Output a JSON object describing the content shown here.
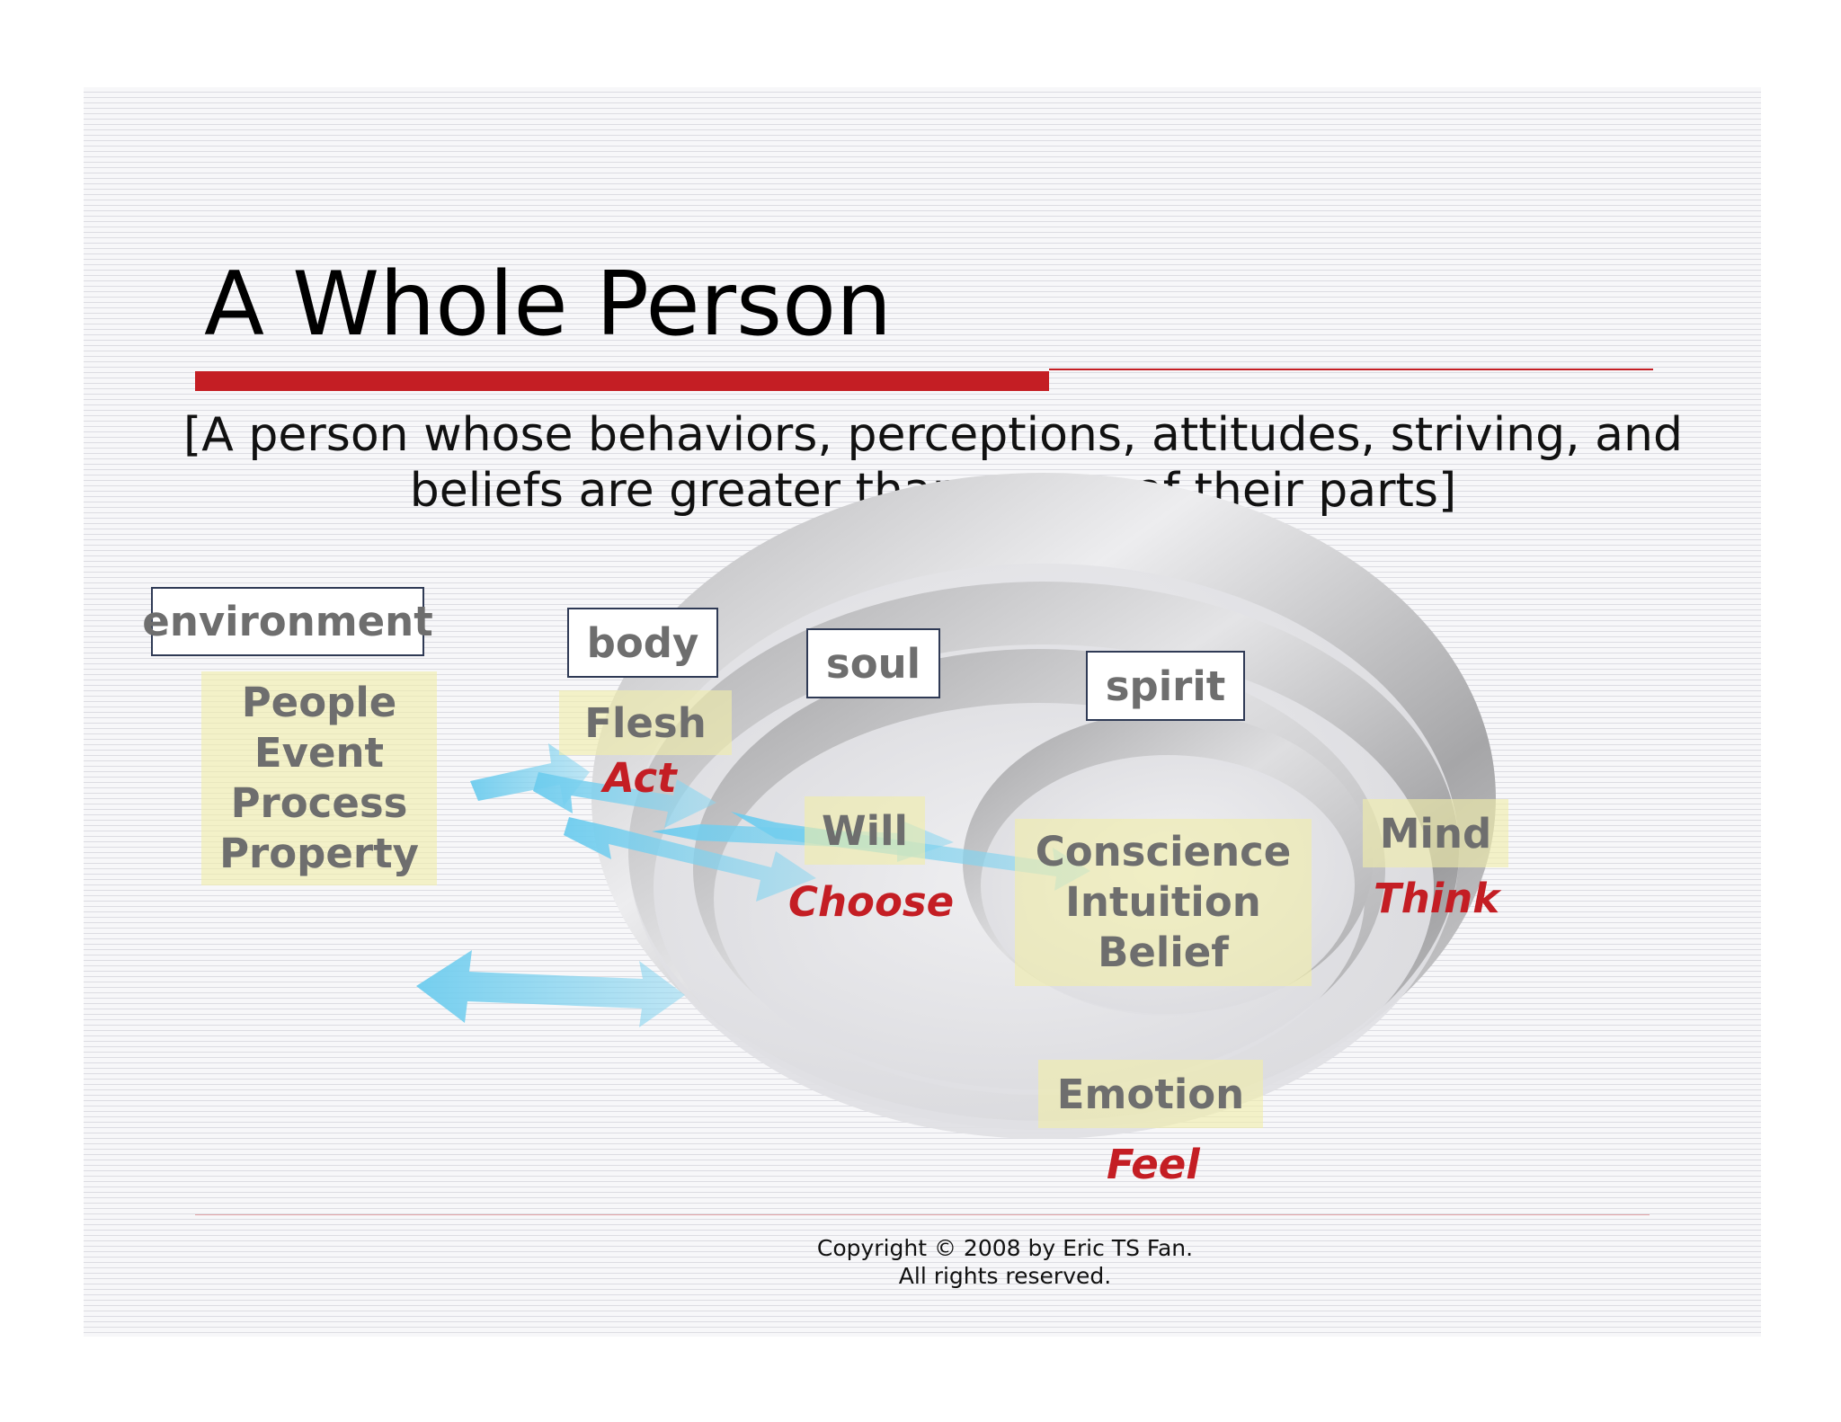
{
  "slide": {
    "title": "A Whole Person",
    "subtitle_line1": "[A person whose behaviors, perceptions, attitudes, striving, and",
    "subtitle_line2": "beliefs are greater than a sum of their parts]"
  },
  "diagram": {
    "labels": {
      "environment": "environment",
      "body": "body",
      "soul": "soul",
      "spirit": "spirit"
    },
    "environment_items": [
      "People",
      "Event",
      "Process",
      "Property"
    ],
    "body_item": "Flesh",
    "body_verb": "Act",
    "will_item": "Will",
    "will_verb": "Choose",
    "spirit_items": [
      "Conscience",
      "Intuition",
      "Belief"
    ],
    "mind_item": "Mind",
    "mind_verb": "Think",
    "emotion_item": "Emotion",
    "emotion_verb": "Feel"
  },
  "colors": {
    "accent_red": "#c41e24",
    "arrow_blue": "#7fd3ef",
    "highlight_yellow": "#f0eeaa",
    "label_gray": "#6e6e6e"
  },
  "footer": {
    "copyright_line1": "Copyright © 2008 by Eric TS Fan.",
    "copyright_line2": "All rights reserved."
  }
}
